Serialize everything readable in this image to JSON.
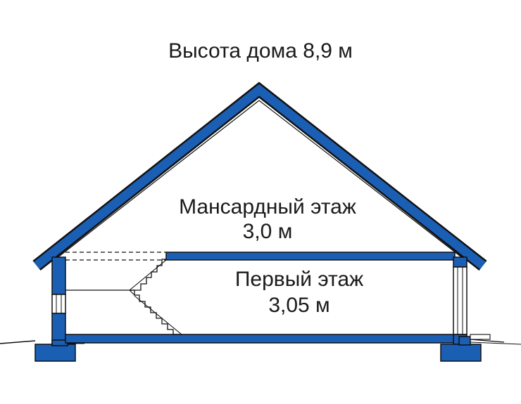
{
  "title": "Высота дома 8,9 м",
  "attic_floor": {
    "name": "Мансардный этаж",
    "height": "3,0 м"
  },
  "first_floor": {
    "name": "Первый этаж",
    "height": "3,05 м"
  },
  "colors": {
    "structure": "#1a5fb4",
    "outline": "#111111",
    "fill_white": "#ffffff",
    "text": "#1a1a1a"
  }
}
